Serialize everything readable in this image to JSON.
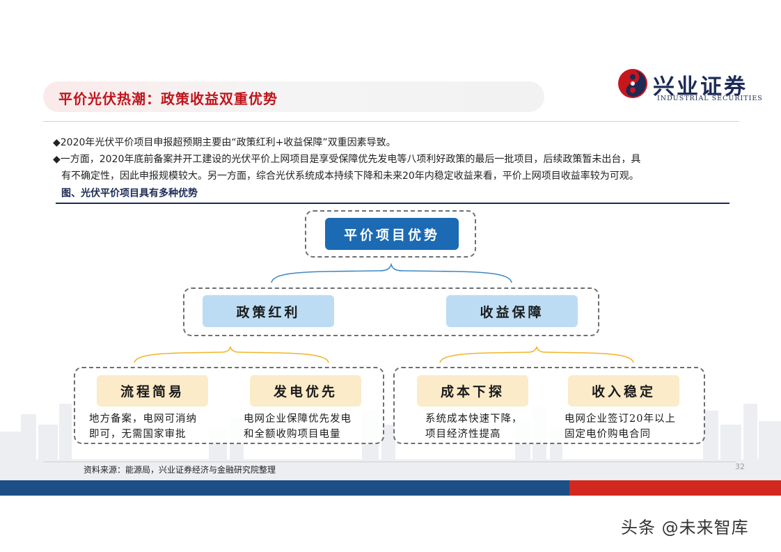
{
  "header": {
    "title": "平价光伏热潮：政策收益双重优势",
    "logo_cn": "兴业证券",
    "logo_en": "INDUSTRIAL SECURITIES"
  },
  "body": {
    "bullet_1": "◆2020年光伏平价项目申报超预期主要由“政策红利+收益保障”双重因素导致。",
    "bullet_2": "◆一方面，2020年底前备案并开工建设的光伏平价上网项目是享受保障优先发电等八项利好政策的最后一批项目，后续政策暂未出台，具",
    "bullet_2_cont": "有不确定性，因此申报规模较大。另一方面，综合光伏系统成本持续下降和未来20年内稳定收益来看，平价上网项目收益率较为可观。",
    "figure_caption": "图、光伏平价项目具有多种优势"
  },
  "diagram": {
    "root": "平价项目优势",
    "policy": "政策红利",
    "income": "收益保障",
    "leaves": [
      {
        "label": "流程简易",
        "desc": [
          "地方备案，电网可消纳",
          "即可，无需国家审批"
        ]
      },
      {
        "label": "发电优先",
        "desc": [
          "电网企业保障优先发电",
          "和全额收购项目电量"
        ]
      },
      {
        "label": "成本下探",
        "desc": [
          "系统成本快速下降，",
          "项目经济性提高"
        ]
      },
      {
        "label": "收入稳定",
        "desc": [
          "电网企业签订20年以上",
          "固定电价购电合同"
        ]
      }
    ]
  },
  "footer": {
    "source": "资料来源：能源局，兴业证券经济与金融研究院整理",
    "page_number": "32",
    "watermark": "头条 @未来智库"
  },
  "colors": {
    "title_red": "#c0141c",
    "brand_navy": "#1c2a55",
    "root_blue": "#1b6ab3",
    "mid_light_blue": "#bcdcf3",
    "leaf_cream": "#fbebc9",
    "band_blue": "#1d4f86",
    "band_red": "#d2281f"
  }
}
